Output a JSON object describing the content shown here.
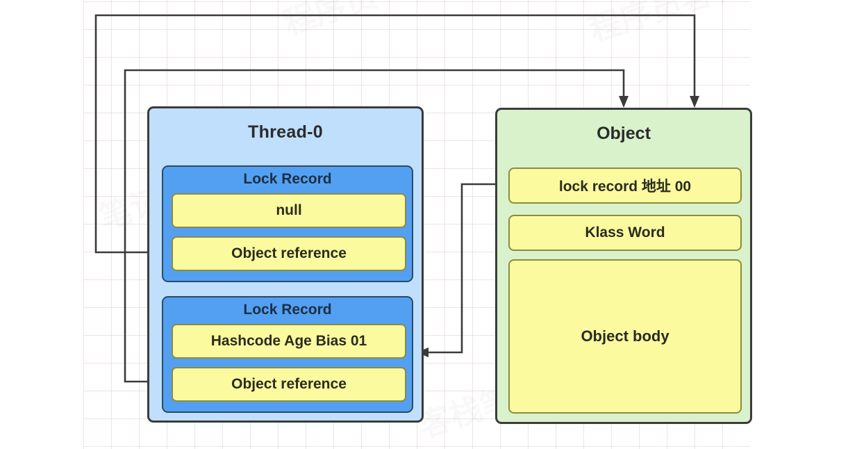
{
  "diagram": {
    "title": "Java object monitor / lock record diagram",
    "colors": {
      "thread_fill": "#bfdffc",
      "lock_record_fill": "#53a0f2",
      "slot_fill": "#fbfa9f",
      "object_fill": "#d9f2cb",
      "border": "#3b3b3b",
      "grid": "#d8bebe"
    }
  },
  "thread": {
    "title": "Thread-0",
    "lock_records": [
      {
        "title": "Lock Record",
        "slots": [
          "null",
          "Object reference"
        ]
      },
      {
        "title": "Lock Record",
        "slots": [
          "Hashcode Age Bias 01",
          "Object reference"
        ]
      }
    ]
  },
  "object": {
    "title": "Object",
    "rows": [
      "lock record 地址 00",
      "Klass Word",
      "Object body"
    ]
  },
  "connectors": [
    {
      "name": "object-reference-1-to-object",
      "from": "Thread-0 / Lock Record 1 / Object reference",
      "to": "Object (top)",
      "arrow": "down"
    },
    {
      "name": "object-reference-2-to-object",
      "from": "Thread-0 / Lock Record 2 / Object reference",
      "to": "Object (top)",
      "arrow": "down"
    },
    {
      "name": "lock-record-address-to-lock-record-2",
      "from": "Object / lock record 地址 00",
      "to": "Thread-0 / Lock Record 2",
      "arrow": "left"
    }
  ]
}
